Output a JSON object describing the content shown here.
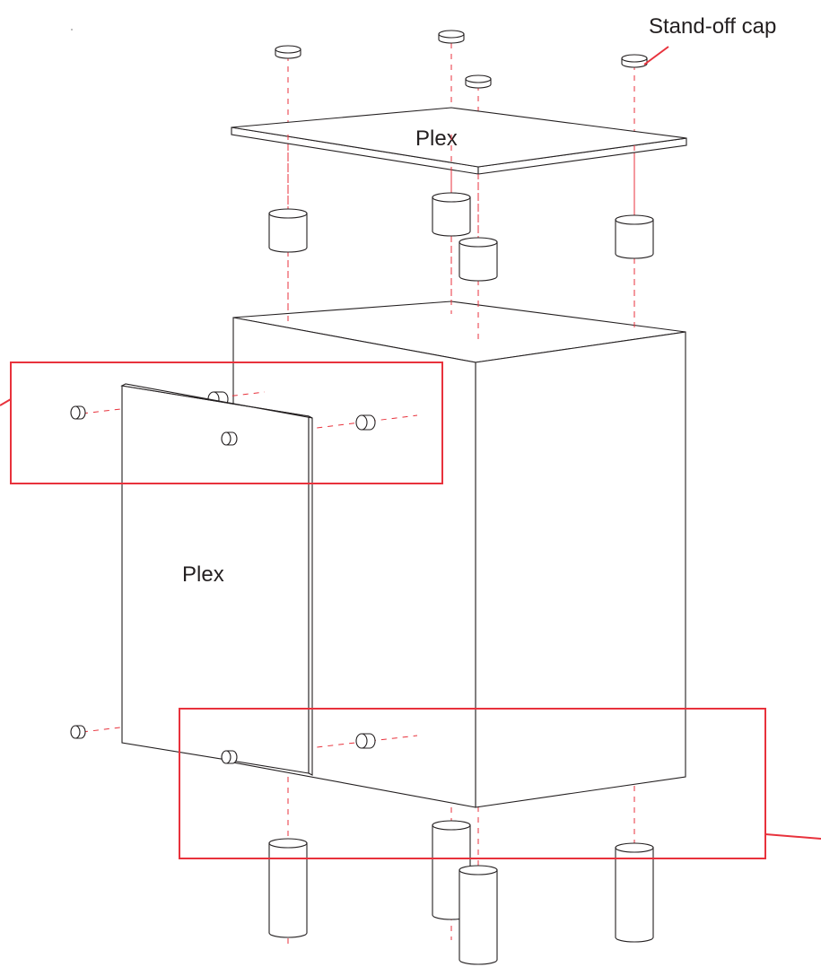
{
  "labels": {
    "top_plate": "Plex",
    "side_plate": "Plex",
    "standoff_cap": "Stand-off cap"
  },
  "colors": {
    "outline": "#231f20",
    "axis_dash": "#e8323c",
    "callout_box": "#e8323c"
  },
  "icons": {
    "standoff_cap": "flat-cylinder-cap",
    "standoff": "cylinder",
    "side_fastener": "horizontal-peg"
  }
}
